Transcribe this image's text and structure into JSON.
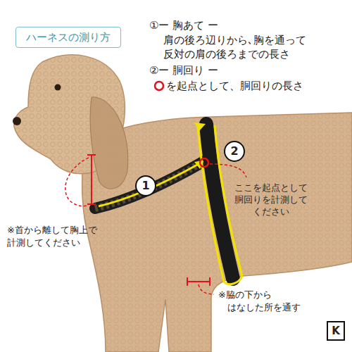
{
  "diagram": {
    "title": "ハーネスの測り方",
    "labels": [
      "①ー 胸あて ー",
      "肩の後ろ辺りから､胸を通って 反対の肩の後ろまでの長さ",
      "②ー 胴回り ー",
      "を起点として、胴回りの長さ",
      "1",
      "2",
      "ここを起点として 胴回りを計測して ください",
      "※首から離して胸上で 計測してください",
      "※脇の下から はなした所を通す",
      "K"
    ]
  }
}
